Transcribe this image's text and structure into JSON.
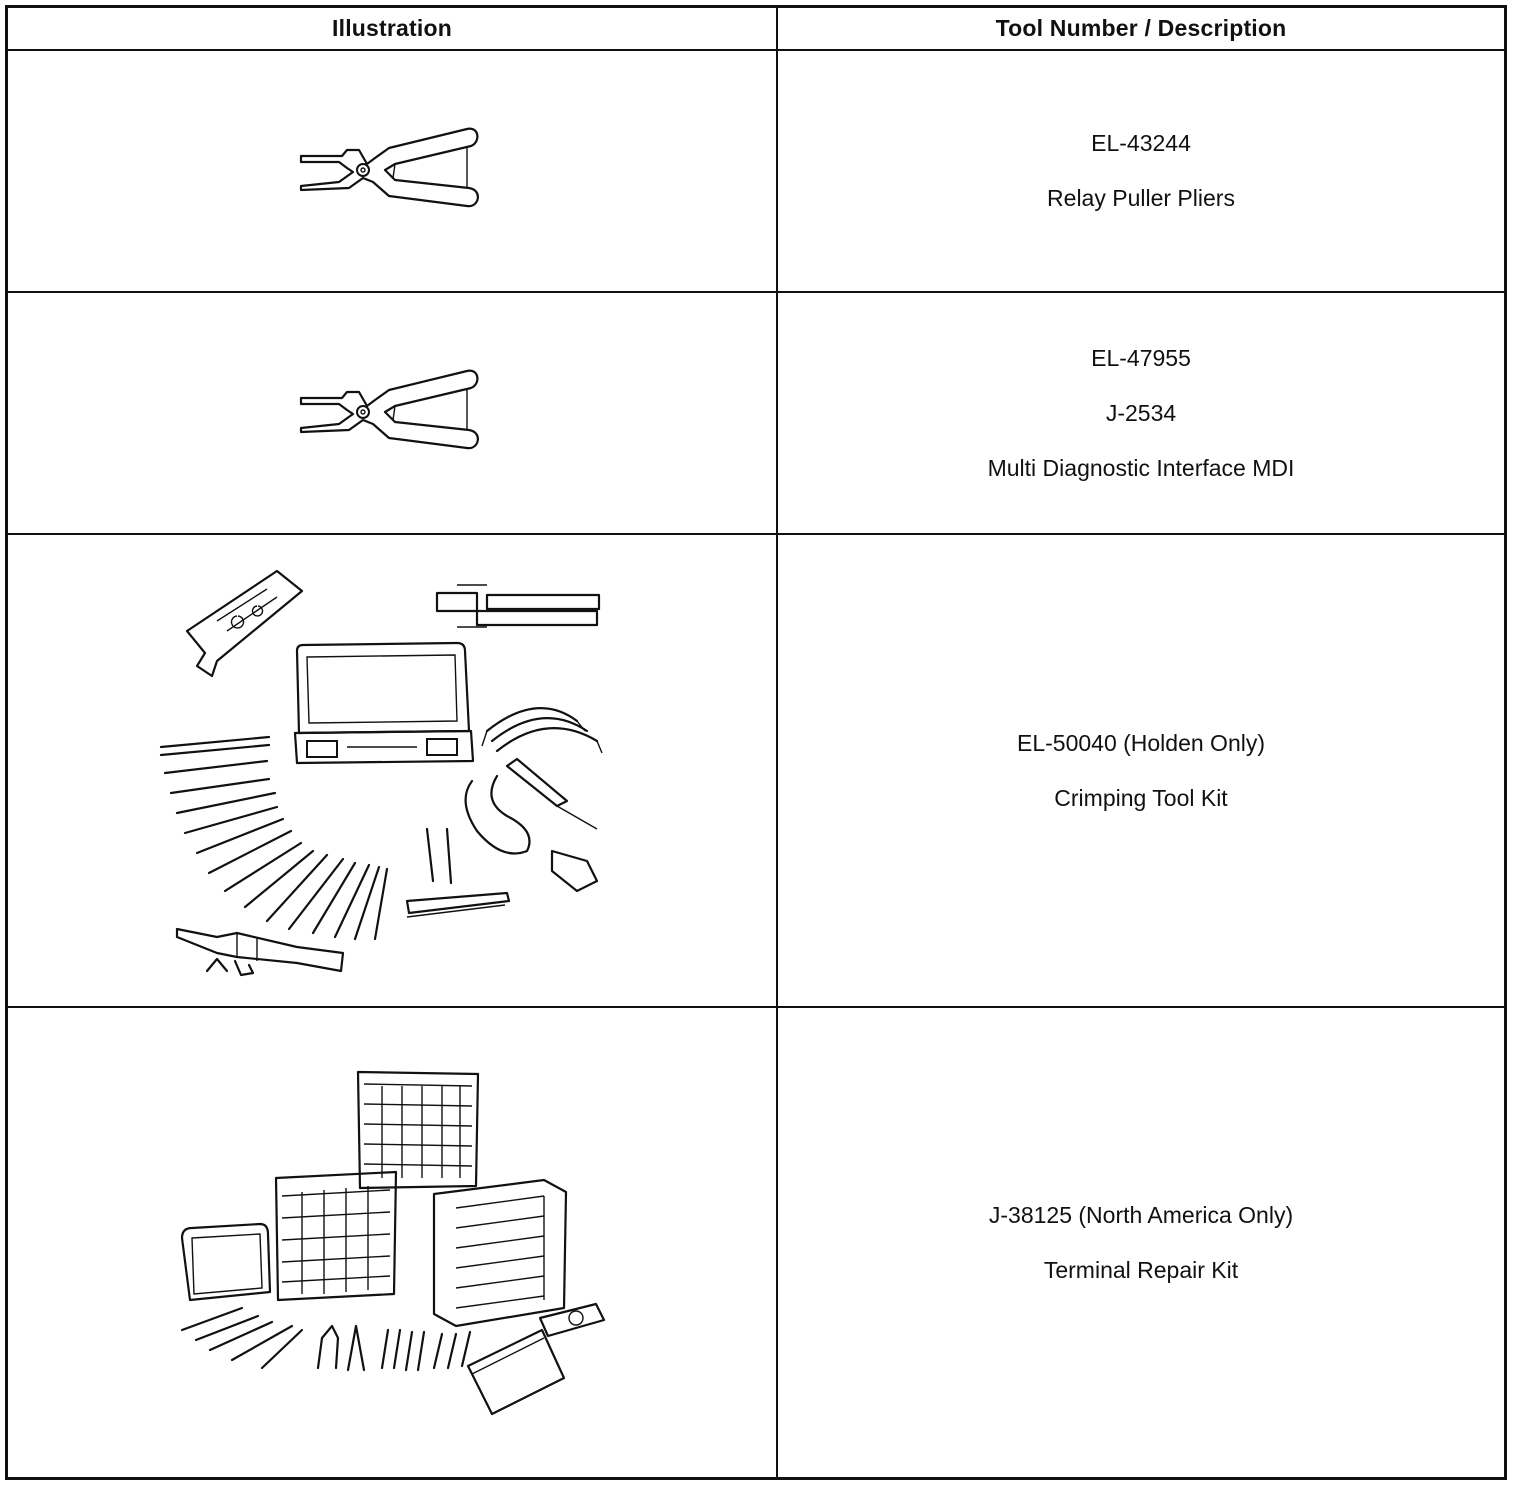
{
  "table": {
    "headers": {
      "illustration": "Illustration",
      "description": "Tool Number / Description"
    },
    "rows": [
      {
        "icon": "relay-puller-pliers-illustration",
        "lines": [
          "EL-43244",
          "Relay Puller Pliers"
        ]
      },
      {
        "icon": "relay-puller-pliers-illustration",
        "lines": [
          "EL-47955",
          "J-2534",
          "Multi Diagnostic Interface MDI"
        ]
      },
      {
        "icon": "crimping-tool-kit-illustration",
        "lines": [
          "EL-50040 (Holden Only)",
          "Crimping Tool Kit"
        ]
      },
      {
        "icon": "terminal-repair-kit-illustration",
        "lines": [
          "J-38125 (North America Only)",
          "Terminal Repair Kit"
        ]
      }
    ]
  }
}
